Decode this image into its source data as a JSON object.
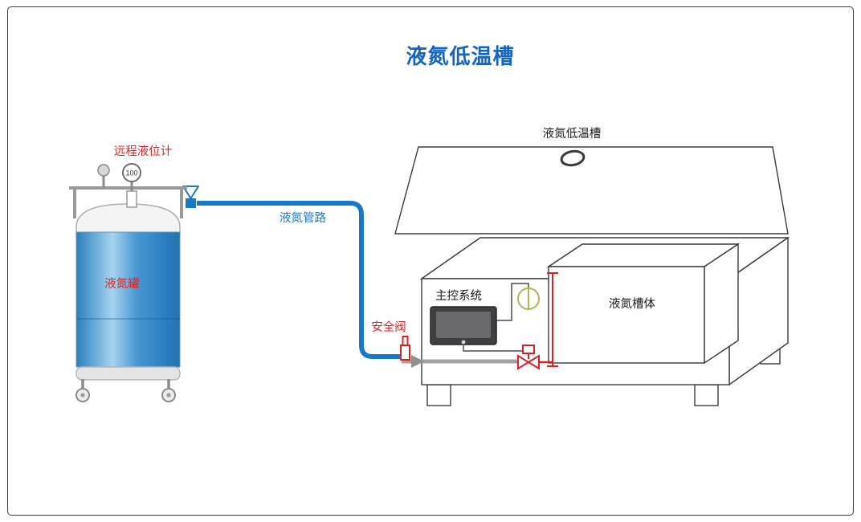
{
  "title": "液氮低温槽",
  "colors": {
    "title_blue": "#1565c0",
    "label_red": "#e02222",
    "pipe_blue": "#1878c8",
    "line_dark": "#3a3a3a",
    "tank_blue": "#3b8fd0"
  },
  "tank": {
    "label": "液氮罐",
    "level_gauge_label": "远程液位计",
    "gauge_value": "100"
  },
  "pipeline": {
    "label": "液氮管路"
  },
  "safety_valve": {
    "label": "安全阀"
  },
  "bath": {
    "label": "液氮低温槽",
    "control_system_label": "主控系统",
    "tank_body_label": "液氮槽体"
  }
}
